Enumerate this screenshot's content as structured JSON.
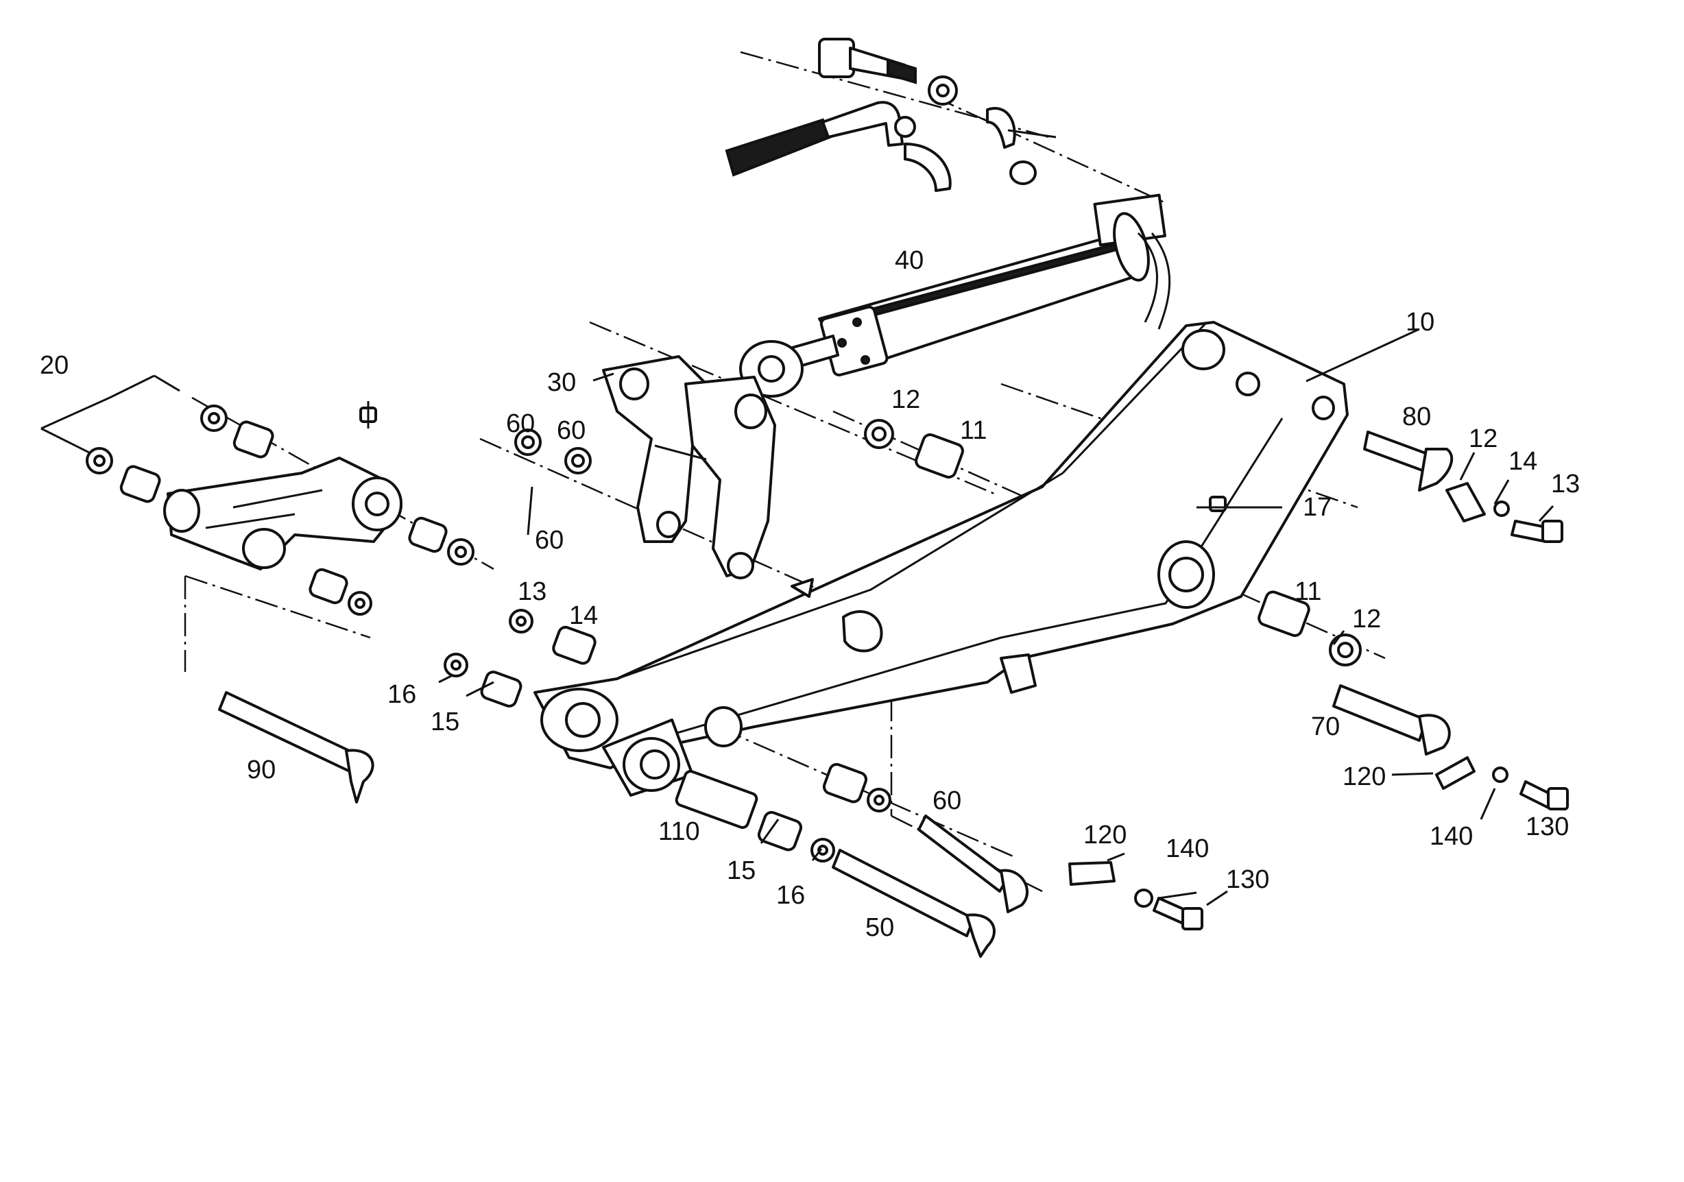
{
  "colors": {
    "ink": "#111111",
    "paper": "#ffffff"
  },
  "callouts": {
    "c10": "10",
    "c11a": "11",
    "c11b": "11",
    "c12a": "12",
    "c12b": "12",
    "c12c": "12",
    "c13a": "13",
    "c13b": "13",
    "c14a": "14",
    "c14b": "14",
    "c15a": "15",
    "c15b": "15",
    "c16a": "16",
    "c16b": "16",
    "c17": "17",
    "c20": "20",
    "c30": "30",
    "c40": "40",
    "c50": "50",
    "c60a": "60",
    "c60b": "60",
    "c60c": "60",
    "c60d": "60",
    "c70": "70",
    "c80": "80",
    "c90": "90",
    "c110": "110",
    "c120a": "120",
    "c120b": "120",
    "c130a": "130",
    "c130b": "130",
    "c140a": "140",
    "c140b": "140"
  }
}
